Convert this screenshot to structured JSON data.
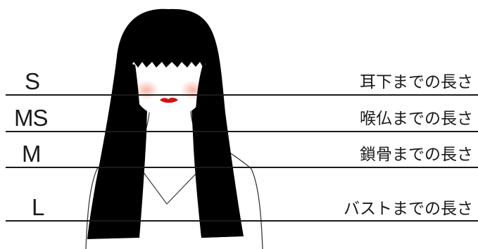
{
  "levels": [
    {
      "size": "S",
      "description": "耳下までの長さ"
    },
    {
      "size": "MS",
      "description": "喉仏までの長さ"
    },
    {
      "size": "M",
      "description": "鎖骨までの長さ"
    },
    {
      "size": "L",
      "description": "バストまでの長さ"
    }
  ],
  "colors": {
    "hair": "#000000",
    "line": "#1a1a1a",
    "lips": "#d01414",
    "blush": "#f4a898",
    "skin": "#ffffff"
  }
}
